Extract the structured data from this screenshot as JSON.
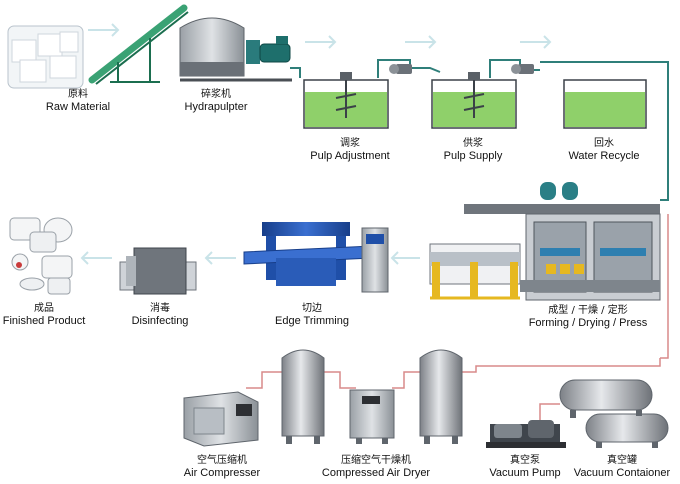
{
  "stages": {
    "raw_material": {
      "zh": "原料",
      "en": "Raw Material"
    },
    "hydrapulpter": {
      "zh": "碎浆机",
      "en": "Hydrapulpter"
    },
    "pulp_adjustment": {
      "zh": "调浆",
      "en": "Pulp Adjustment"
    },
    "pulp_supply": {
      "zh": "供浆",
      "en": "Pulp Supply"
    },
    "water_recycle": {
      "zh": "回水",
      "en": "Water Recycle"
    },
    "forming": {
      "zh": "成型 / 干燥 / 定形",
      "en": "Forming / Drying / Press"
    },
    "edge_trimming": {
      "zh": "切边",
      "en": "Edge Trimming"
    },
    "disinfecting": {
      "zh": "消毒",
      "en": "Disinfecting"
    },
    "finished_product": {
      "zh": "成品",
      "en": "Finished Product"
    },
    "air_compressor": {
      "zh": "空气压缩机",
      "en": "Air Compresser"
    },
    "air_dryer": {
      "zh": "压缩空气干燥机",
      "en": "Compressed Air Dryer"
    },
    "vacuum_pump": {
      "zh": "真空泵",
      "en": "Vacuum Pump"
    },
    "vacuum_container": {
      "zh": "真空罐",
      "en": "Vacuum Contaioner"
    }
  },
  "colors": {
    "pipe": "#2f7f7a",
    "water": "#8fd06a",
    "arrow": "#cfe6ea",
    "machine_blue": "#1f4fa8",
    "machine_gray": "#8b8f96",
    "frame_yellow": "#e6b820",
    "air_pipe": "#d88a8a"
  }
}
